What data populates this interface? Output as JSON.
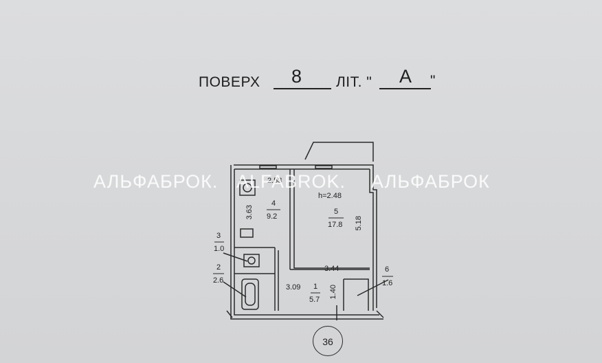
{
  "header": {
    "floor_label": "ПОВЕРХ",
    "floor_value": "8",
    "letter_label": "ЛІТ. \"",
    "letter_value": "А",
    "letter_close": "\""
  },
  "watermark": {
    "part1": "АЛЬФАБРОК.",
    "part2": "ALFABROK.",
    "part3": "АЛЬФАБРОК"
  },
  "plan": {
    "rooms": [
      {
        "number": "4",
        "area": "9.2"
      },
      {
        "number": "5",
        "area": "17.8"
      },
      {
        "number": "3",
        "area": "1.0"
      },
      {
        "number": "2",
        "area": "2.6"
      },
      {
        "number": "1",
        "area": "5.7"
      },
      {
        "number": "6",
        "area": "1.6"
      }
    ],
    "ceiling_height": "h=2.48",
    "dimensions": {
      "kitchen_width": "2.53",
      "kitchen_length": "3.63",
      "room_length": "5.18",
      "room_width": "3.44",
      "hall_length": "3.09",
      "hall_width": "1.40"
    }
  },
  "page_number": "36"
}
